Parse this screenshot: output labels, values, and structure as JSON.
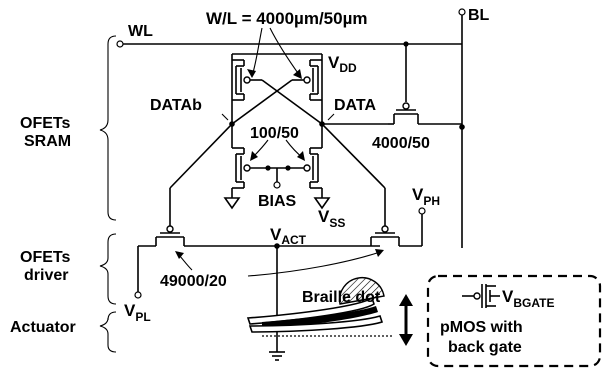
{
  "labels": {
    "wl": "WL",
    "bl": "BL",
    "wl_ratio": "W/L = 4000µm/50µm",
    "vdd_main": "V",
    "vdd_sub": "DD",
    "datab": "DATAb",
    "data": "DATA",
    "ratio_100_50": "100/50",
    "ratio_4000_50": "4000/50",
    "bias": "BIAS",
    "vss_main": "V",
    "vss_sub": "SS",
    "vph_main": "V",
    "vph_sub": "PH",
    "vact_main": "V",
    "vact_sub": "ACT",
    "ratio_49000_20": "49000/20",
    "vpl_main": "V",
    "vpl_sub": "PL",
    "braille": "Braille dot",
    "section_sram_1": "OFETs",
    "section_sram_2": "SRAM",
    "section_driver_1": "OFETs",
    "section_driver_2": "driver",
    "section_actuator": "Actuator",
    "legend_vbgate_main": "V",
    "legend_vbgate_sub": "BGATE",
    "legend_line1": "pMOS with",
    "legend_line2": "back gate"
  }
}
